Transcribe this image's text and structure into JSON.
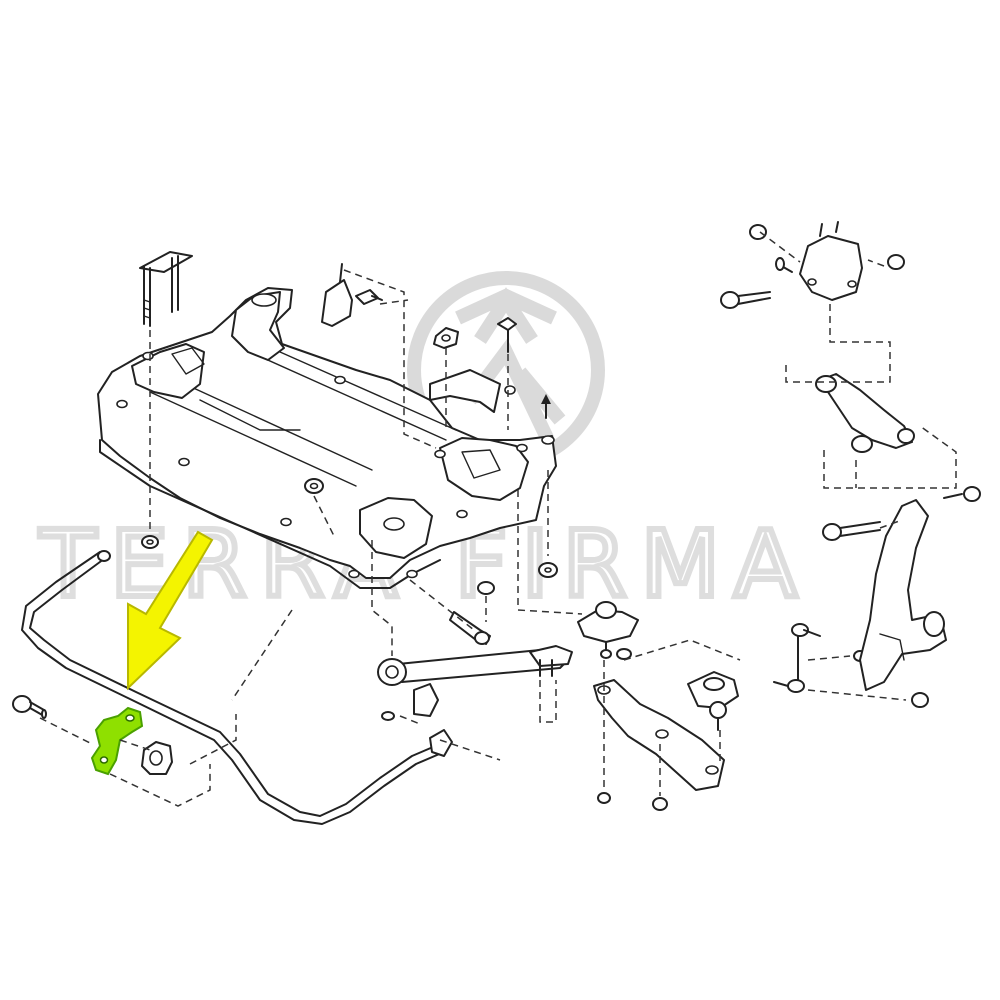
{
  "watermark": {
    "text": "TERRA FIRMA",
    "logo": "terra-firma-circle-logo"
  },
  "diagram": {
    "highlight_color": "#8fe000",
    "highlight_stroke": "#4aa000",
    "arrow_color": "#f4f400",
    "arrow_stroke": "#b8b800",
    "line_color": "#222222"
  },
  "parts": [
    {
      "id": "front-crossmember"
    },
    {
      "id": "stabilizer-bar"
    },
    {
      "id": "stabilizer-bushing-clamp",
      "highlighted": true
    },
    {
      "id": "stabilizer-bushing"
    },
    {
      "id": "tension-rod"
    },
    {
      "id": "transverse-link"
    },
    {
      "id": "steering-knuckle"
    },
    {
      "id": "upper-link"
    },
    {
      "id": "upper-link-bracket"
    },
    {
      "id": "stabilizer-connecting-rod"
    },
    {
      "id": "ball-joint"
    }
  ]
}
